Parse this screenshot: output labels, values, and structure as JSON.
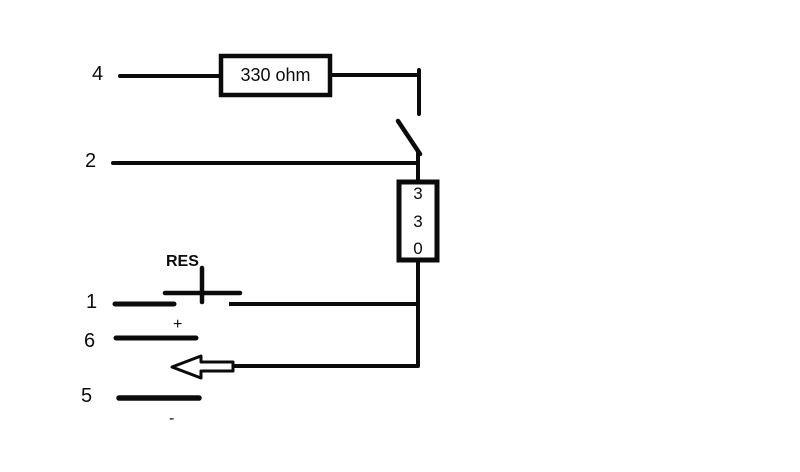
{
  "colors": {
    "background": "#ffffff",
    "ink": "#0b0b0b"
  },
  "pins": {
    "pin4": "4",
    "pin2": "2",
    "pin1": "1",
    "pin6": "6",
    "pin5": "5"
  },
  "components": {
    "series_resistor_label": "330 ohm",
    "vertical_resistor_digits": [
      "3",
      "3",
      "0"
    ],
    "reset_button_label": "RES",
    "polarity_plus": "+",
    "polarity_minus": "-"
  }
}
